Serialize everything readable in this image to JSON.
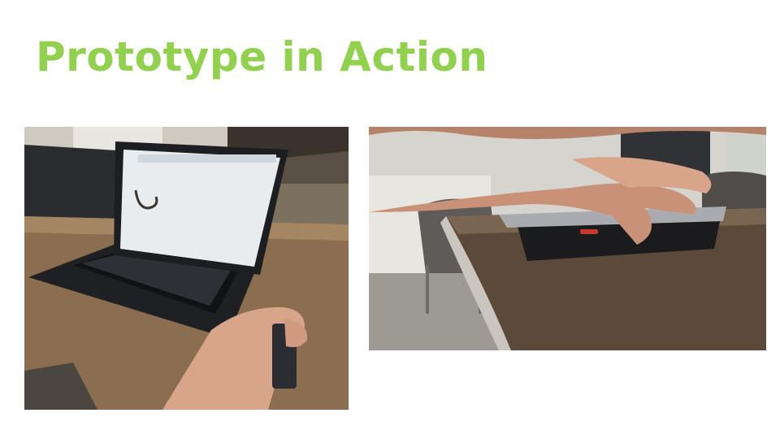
{
  "slide": {
    "title": "Prototype in Action"
  },
  "photos": [
    {
      "name": "laptop-drawing-demo",
      "content": ""
    },
    {
      "name": "phone-on-desk-demo",
      "content": ""
    }
  ],
  "colors": {
    "title": "#92d050",
    "background": "#ffffff"
  }
}
